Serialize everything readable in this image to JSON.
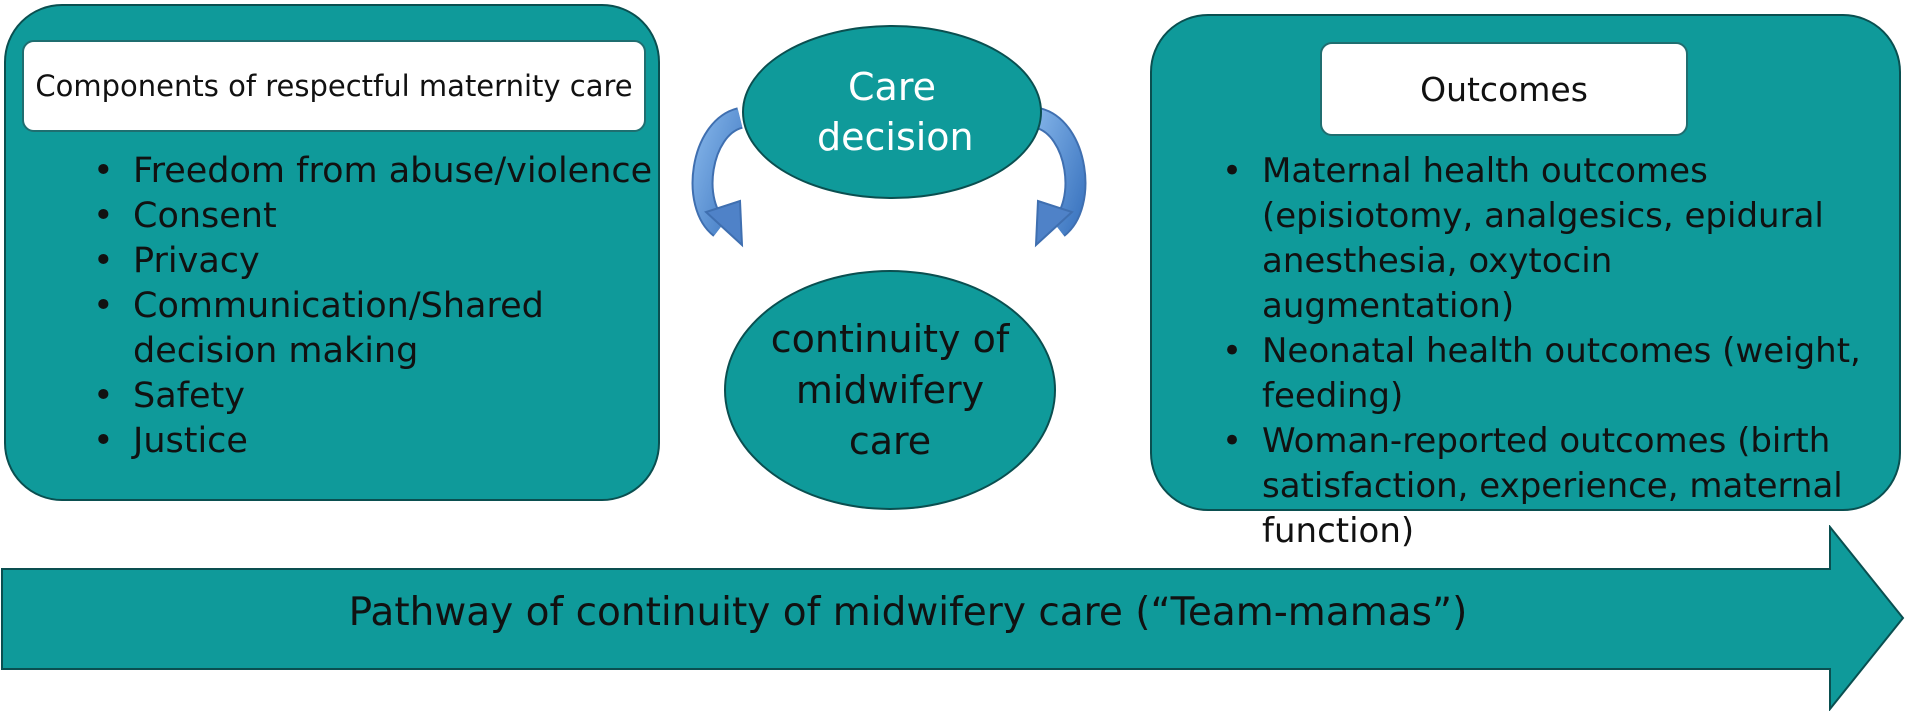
{
  "left_panel": {
    "title": "Components of respectful maternity care",
    "bullet_glyph": "•",
    "items": [
      "Freedom from abuse/violence",
      "Consent",
      "Privacy",
      "Communication/Shared decision making",
      "Safety",
      "Justice"
    ]
  },
  "center": {
    "top_ellipse": "Care decision",
    "bottom_ellipse": "continuity of midwifery care"
  },
  "right_panel": {
    "title": "Outcomes",
    "bullet_glyph": "•",
    "items": [
      "Maternal health outcomes (episiotomy, analgesics, epidural anesthesia, oxytocin augmentation)",
      "Neonatal health outcomes (weight, feeding)",
      "Woman-reported outcomes (birth satisfaction, experience, maternal function)"
    ]
  },
  "pathway": {
    "label": "Pathway of continuity of midwifery care  (“Team-mamas”)"
  },
  "colors": {
    "teal_fill": "#0f9a9a",
    "teal_border": "#0a4f50",
    "arrow_blue": "#5b8fd0"
  }
}
